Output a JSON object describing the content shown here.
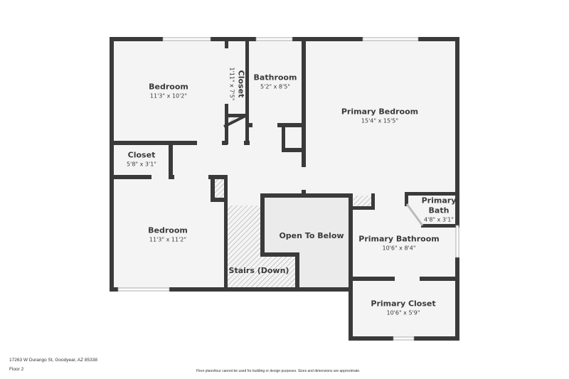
{
  "floorplan": {
    "floor": "Floor 2",
    "address": "17263 W Durango St, Goodyear, AZ 85338",
    "disclaimer": "Floor plans/tour cannot be used for building or design purposes. Sizes and dimensions are approximate.",
    "colors": {
      "wall": "#3a3a3a",
      "floor": "#f4f4f4",
      "open_below": "#ebebeb",
      "hatch": "#9a9a9a",
      "window": "#d9d9d9"
    },
    "rooms": [
      {
        "id": "bedroom-1",
        "name": "Bedroom",
        "dim": "11'3\" x 10'2\""
      },
      {
        "id": "closet-1",
        "name": "Closet",
        "dim": "1'11\" x 7'5\""
      },
      {
        "id": "bathroom",
        "name": "Bathroom",
        "dim": "5'2\" x 8'5\""
      },
      {
        "id": "primary-bedroom",
        "name": "Primary Bedroom",
        "dim": "15'4\" x 15'5\""
      },
      {
        "id": "closet-2",
        "name": "Closet",
        "dim": "5'8\" x 3'1\""
      },
      {
        "id": "bedroom-2",
        "name": "Bedroom",
        "dim": "11'3\" x 11'2\""
      },
      {
        "id": "open-to-below",
        "name": "Open To Below",
        "dim": ""
      },
      {
        "id": "stairs",
        "name": "Stairs (Down)",
        "dim": ""
      },
      {
        "id": "primary-bath",
        "name": "Primary\nBath",
        "name_line1": "Primary",
        "name_line2": "Bath",
        "dim": "4'8\" x 3'1\""
      },
      {
        "id": "primary-bathroom",
        "name": "Primary Bathroom",
        "dim": "10'6\" x 8'4\""
      },
      {
        "id": "primary-closet",
        "name": "Primary Closet",
        "dim": "10'6\" x 5'9\""
      }
    ]
  }
}
